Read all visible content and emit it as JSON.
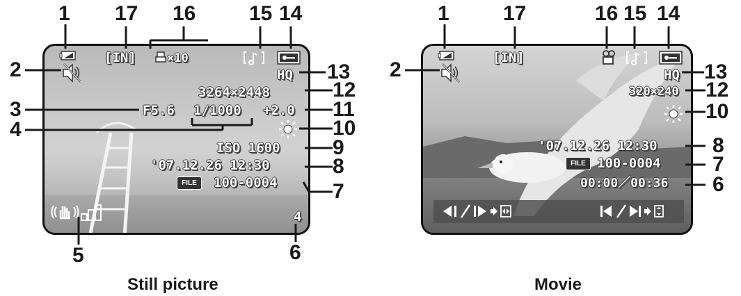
{
  "still": {
    "caption": "Still picture",
    "osd": {
      "memory": "[IN]",
      "print_reserve": "×10",
      "quality": "HQ",
      "size": "3264×2448",
      "aperture": "F5.6",
      "shutter": "1/1000",
      "exposure": "+2.0",
      "iso": "ISO 1600",
      "datetime": "'07.12.26  12:30",
      "file_badge": "FILE",
      "file_number": "100-0004",
      "frame_number": "4"
    },
    "callouts": {
      "n1": "1",
      "n2": "2",
      "n3": "3",
      "n4": "4",
      "n5": "5",
      "n6": "6",
      "n7": "7",
      "n8": "8",
      "n9": "9",
      "n10": "10",
      "n11": "11",
      "n12": "12",
      "n13": "13",
      "n14": "14",
      "n15": "15",
      "n16": "16",
      "n17": "17"
    }
  },
  "movie": {
    "caption": "Movie",
    "osd": {
      "memory": "[IN]",
      "quality": "HQ",
      "size": "320×240",
      "datetime": "'07.12.26  12:30",
      "file_badge": "FILE",
      "file_number": "100-0004",
      "time": "00:00／00:36"
    },
    "callouts": {
      "n1": "1",
      "n2": "2",
      "n6": "6",
      "n7": "7",
      "n8": "8",
      "n10": "10",
      "n12": "12",
      "n13": "13",
      "n14": "14",
      "n15": "15",
      "n16": "16",
      "n17": "17"
    }
  },
  "colors": {
    "screen_dark": "#3a3a3a",
    "sky": "#c8c8c8",
    "osd_text": "#ffffff",
    "ink": "#1a1a1a"
  },
  "icons": [
    "battery-icon",
    "mute-icon",
    "image-stabilizer-icon",
    "signal-icon",
    "sound-icon",
    "protect-icon",
    "print-icon",
    "brightness-icon",
    "movie-camera-icon",
    "playback-controls-icon"
  ]
}
